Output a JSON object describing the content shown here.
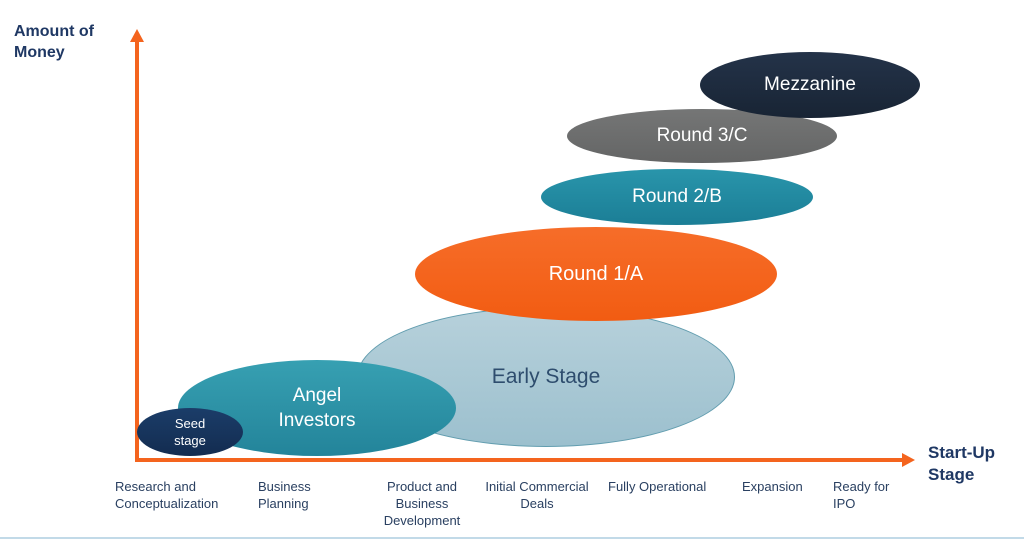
{
  "colors": {
    "axis_orange": "#f4641e",
    "heading_navy": "#1f3864",
    "stage_label_navy": "#2a4061",
    "bottom_rule_blue": "#c2dae8"
  },
  "y_axis": {
    "label": "Amount of\nMoney"
  },
  "x_axis": {
    "label": "Start-Up\nStage"
  },
  "bubbles": [
    {
      "id": "early-stage",
      "label": "Early Stage",
      "fill_top": "#b7d1db",
      "fill_bottom": "#9cc0ce",
      "border": "#629daf",
      "text_color": "#2e4d6e"
    },
    {
      "id": "angel-investors",
      "label": "Angel\nInvestors",
      "fill_top": "#37a0b2",
      "fill_bottom": "#23849a",
      "border": "",
      "text_color": "#ffffff"
    },
    {
      "id": "seed-stage",
      "label": "Seed\nstage",
      "fill_top": "#1b3d69",
      "fill_bottom": "#132c50",
      "border": "",
      "text_color": "#ffffff"
    },
    {
      "id": "round-1a",
      "label": "Round 1/A",
      "fill_top": "#f66d29",
      "fill_bottom": "#f25c12",
      "border": "",
      "text_color": "#ffffff"
    },
    {
      "id": "round-2b",
      "label": "Round 2/B",
      "fill_top": "#2995ab",
      "fill_bottom": "#1b7e96",
      "border": "",
      "text_color": "#ffffff"
    },
    {
      "id": "round-3c",
      "label": "Round 3/C",
      "fill_top": "#757676",
      "fill_bottom": "#646565",
      "border": "",
      "text_color": "#ffffff"
    },
    {
      "id": "mezzanine",
      "label": "Mezzanine",
      "fill_top": "#243349",
      "fill_bottom": "#182434",
      "border": "",
      "text_color": "#ffffff"
    }
  ],
  "stages": [
    {
      "id": "research-conceptualization",
      "label": "Research and\nConceptualization"
    },
    {
      "id": "business-planning",
      "label": "Business\nPlanning"
    },
    {
      "id": "product-business-development",
      "label": "Product and\nBusiness\nDevelopment"
    },
    {
      "id": "initial-commercial-deals",
      "label": "Initial Commercial\nDeals"
    },
    {
      "id": "fully-operational",
      "label": "Fully Operational"
    },
    {
      "id": "expansion",
      "label": "Expansion"
    },
    {
      "id": "ready-for-ipo",
      "label": "Ready for\nIPO"
    }
  ]
}
